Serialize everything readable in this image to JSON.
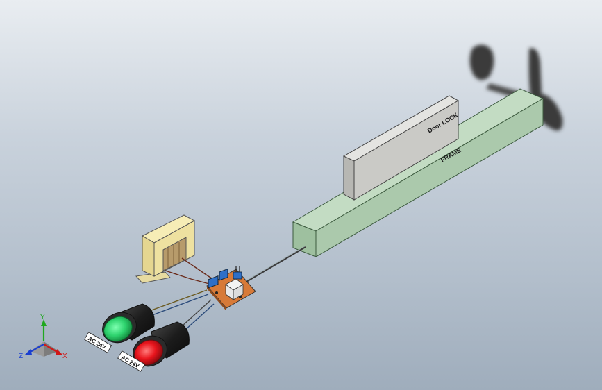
{
  "scene": {
    "door_lock_label": "Door LOCK",
    "frame_label": "FRAME",
    "green_lamp_label": "AC 24V",
    "red_lamp_label": "AC 24V"
  },
  "triad": {
    "y_label": "Y",
    "x_label": "X",
    "z_label": "Z"
  },
  "colors": {
    "background_top": "#e9edf1",
    "background_bottom": "#9fadbc",
    "frame_green": "#a9c9ab",
    "door_lock_grey": "#c8c8c5",
    "green_lamp": "#2fd46f",
    "red_lamp": "#e8141c",
    "lamp_body": "#1c1c1c",
    "transformer_yellow": "#efe3a3",
    "pcb_orange": "#c96a2a",
    "relay_blue": "#2f6fc7"
  }
}
